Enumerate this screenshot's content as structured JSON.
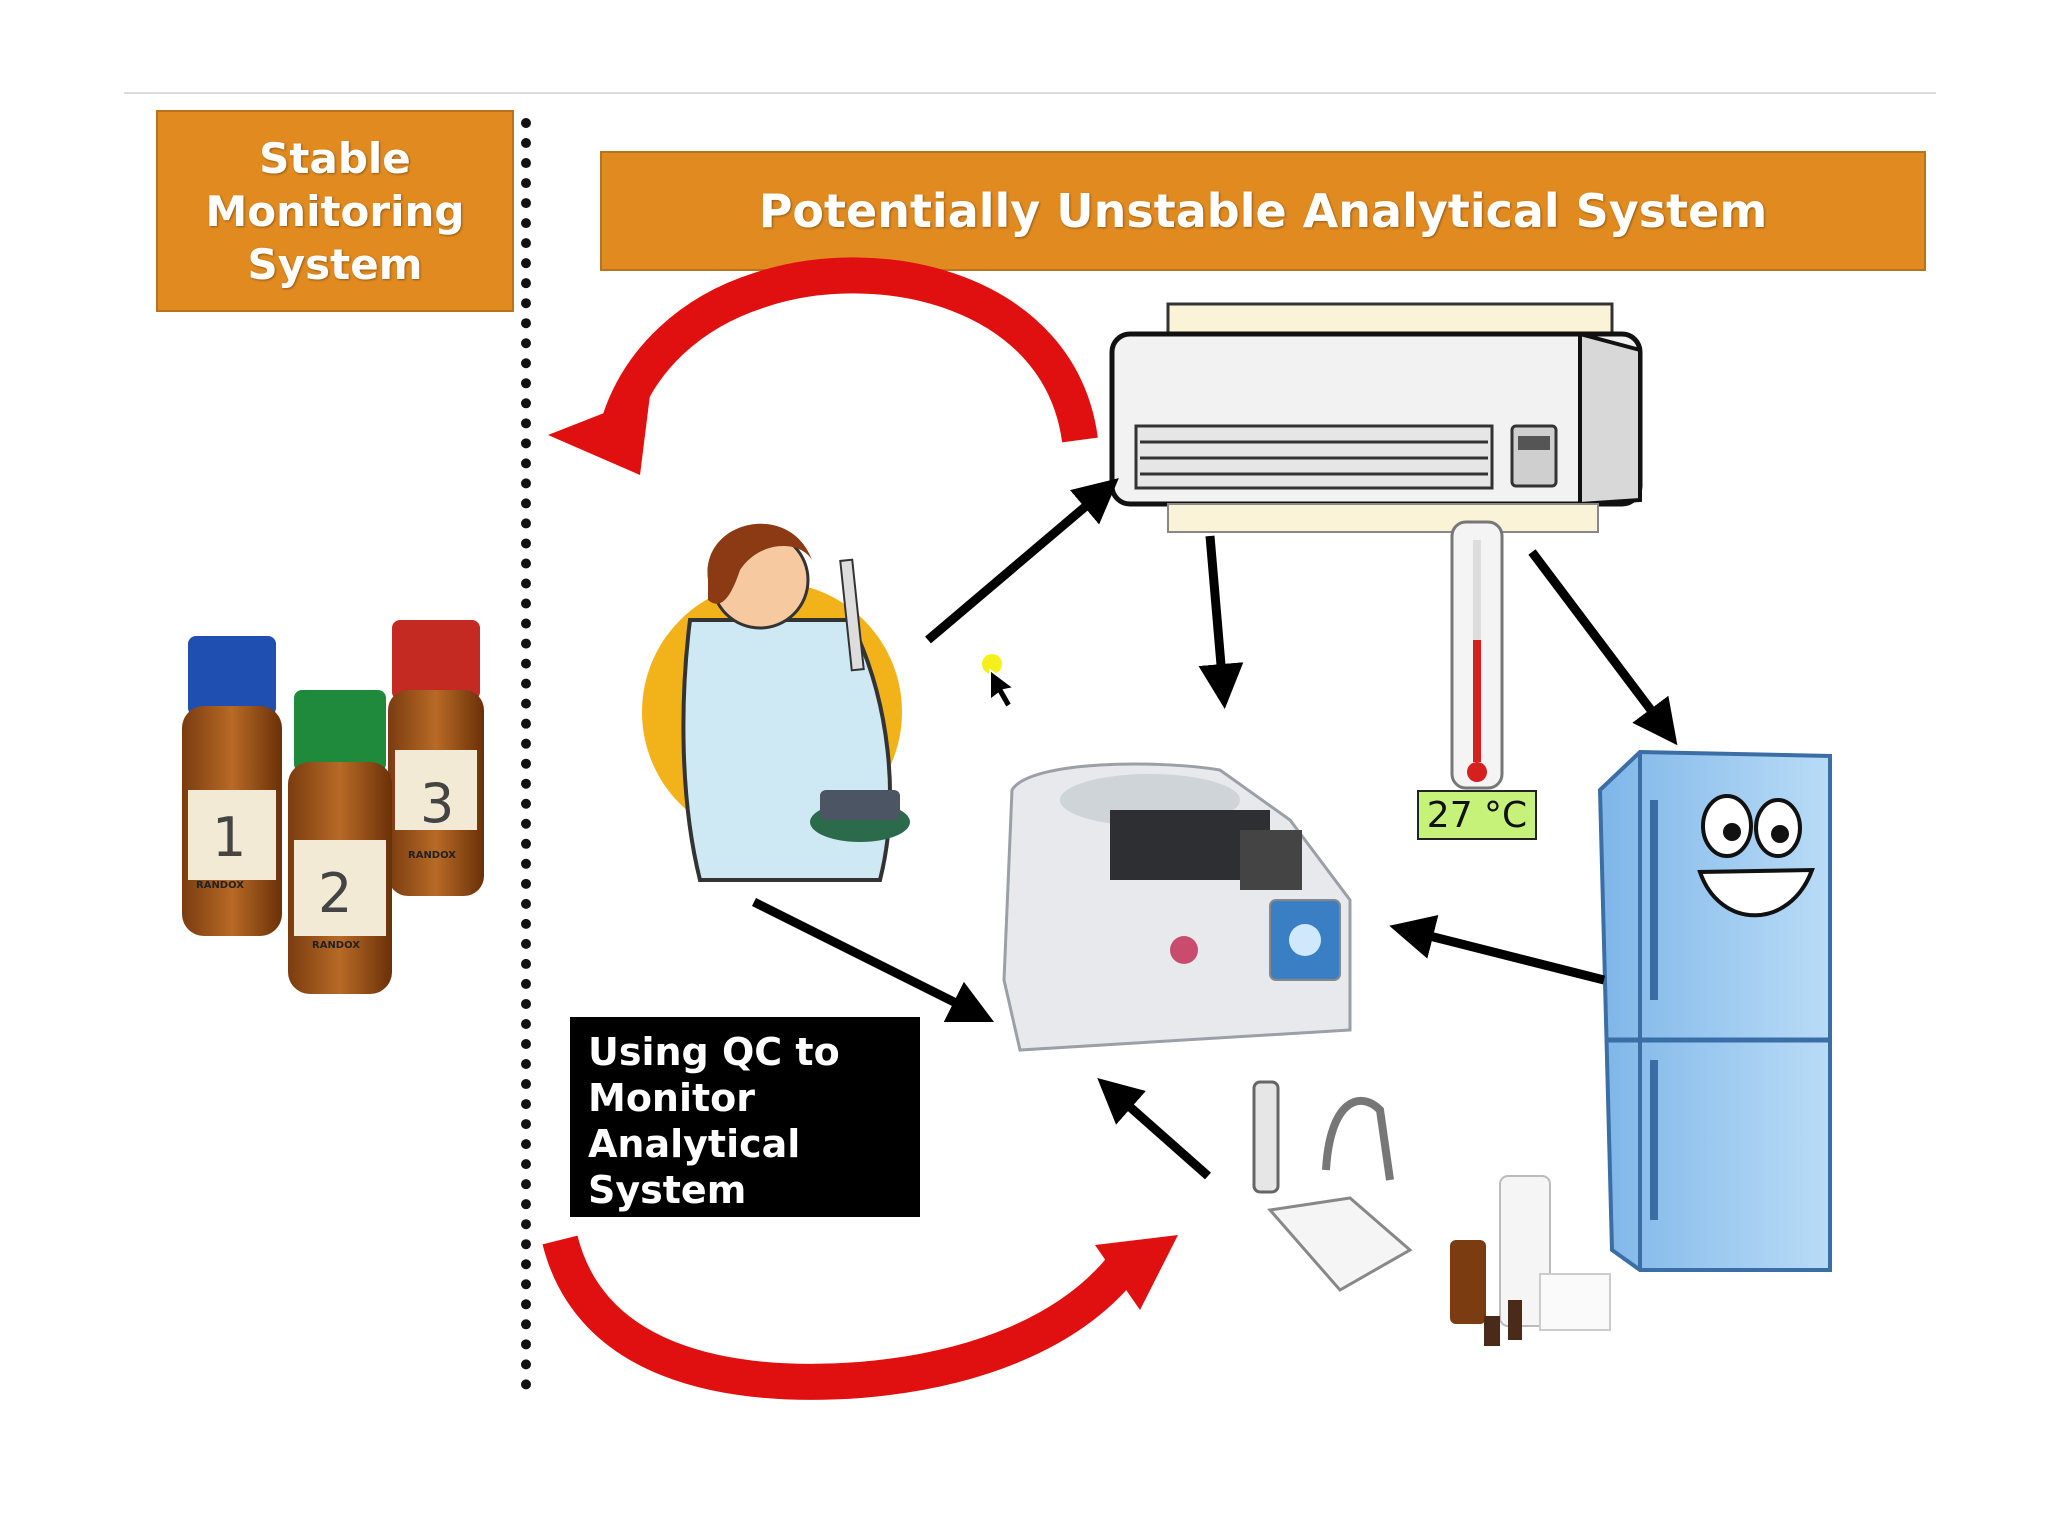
{
  "headers": {
    "left": [
      "Stable",
      "Monitoring",
      "System"
    ],
    "right": "Potentially Unstable Analytical System"
  },
  "qc_box": [
    "Using QC to",
    "Monitor",
    "Analytical",
    "System"
  ],
  "thermometer": {
    "reading": "27 °C"
  },
  "qc_bottles": [
    {
      "number": "1",
      "brand": "RANDOX",
      "cap_color": "#1f4fb0"
    },
    {
      "number": "2",
      "brand": "RANDOX",
      "cap_color": "#1f8a3c"
    },
    {
      "number": "3",
      "brand": "RANDOX",
      "cap_color": "#c42a22"
    }
  ],
  "colors": {
    "header": "#e08a20",
    "cycle_arrow": "#e01010",
    "arrow": "#000000"
  },
  "icons": [
    "air-conditioner-icon",
    "thermometer-icon",
    "refrigerator-icon",
    "lab-technician-icon",
    "analyzer-icon",
    "water-purifier-icon",
    "reagent-bottles-icon",
    "qc-vials-icon"
  ]
}
